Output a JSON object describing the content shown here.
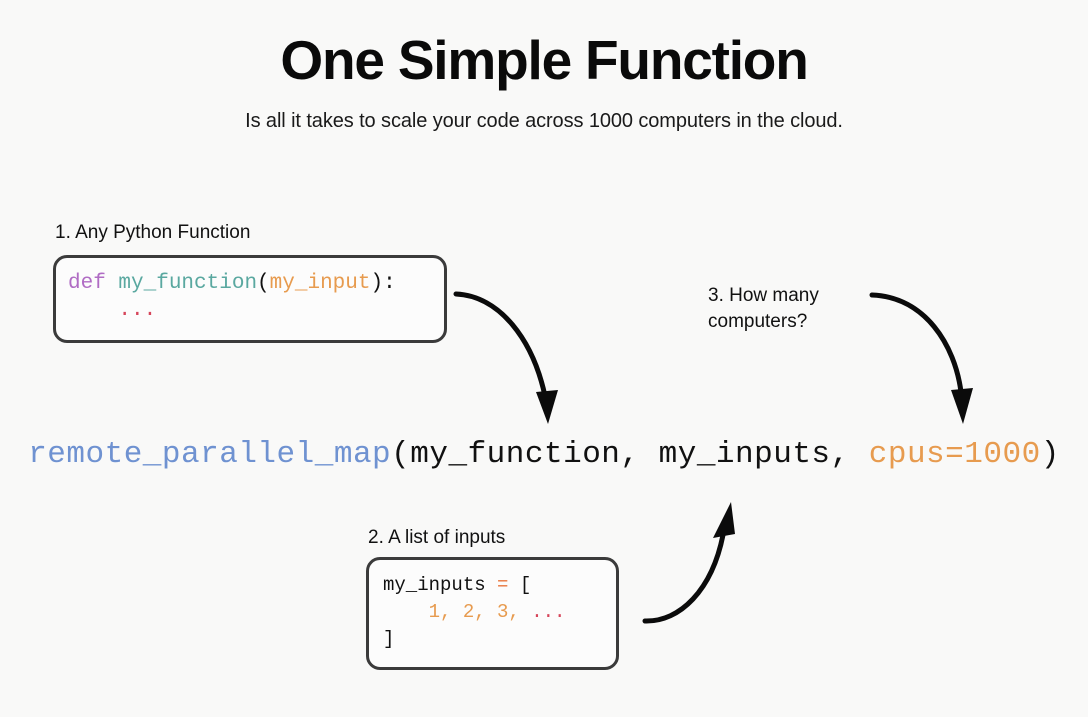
{
  "header": {
    "title": "One Simple Function",
    "subtitle": "Is all it takes to scale your code across 1000 computers in the cloud."
  },
  "steps": [
    {
      "id": "1",
      "label": "1. Any Python Function"
    },
    {
      "id": "2",
      "label": "2. A list of inputs"
    },
    {
      "id": "3",
      "label": "3. How many\ncomputers?"
    }
  ],
  "code_box_function": {
    "name": "function-definition-snippet",
    "line1": {
      "keyword": "def ",
      "function_name": "my_function",
      "open_paren": "(",
      "argument": "my_input",
      "close": "):"
    },
    "line2": {
      "indent": "    ",
      "ellipsis": "..."
    }
  },
  "code_box_inputs": {
    "name": "inputs-list-snippet",
    "line1": {
      "variable": "my_inputs ",
      "operator": "=",
      "bracket": " ["
    },
    "line2": {
      "indent": "    ",
      "values": "1, 2, 3, ",
      "ellipsis": "..."
    },
    "line3": {
      "bracket": "]"
    }
  },
  "main_call": {
    "function": "remote_parallel_map",
    "open_paren": "(",
    "arg1": "my_function, ",
    "arg2": "my_inputs, ",
    "kwarg": "cpus=1000",
    "close_paren": ")"
  },
  "arrows": [
    {
      "name": "arrow-function-to-call",
      "from": "function-box",
      "to": "main-call-arg1"
    },
    {
      "name": "arrow-inputs-to-call",
      "from": "inputs-box",
      "to": "main-call-arg2"
    },
    {
      "name": "arrow-cpus-to-call",
      "from": "how-many-computers-label",
      "to": "main-call-kwarg"
    }
  ],
  "colors": {
    "background": "#f9f9f8",
    "text": "#111111",
    "box_border": "#3b3b3b",
    "keyword_purple": "#b06cc4",
    "function_teal": "#5aa8a0",
    "argument_orange": "#e79b4f",
    "ellipsis_red": "#d6455a",
    "call_blue": "#6f92d1",
    "operator_orange": "#e8743b"
  }
}
